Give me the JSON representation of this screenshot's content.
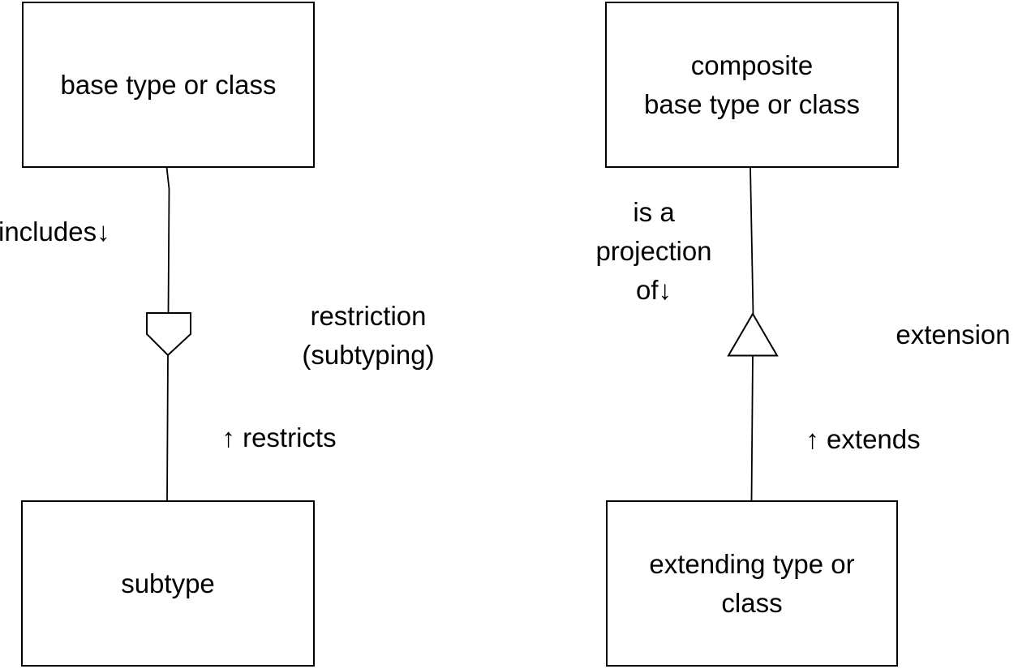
{
  "colors": {
    "ink": "#000000",
    "background": "#ffffff"
  },
  "left_panel": {
    "base_box_label": "base type or class",
    "sub_box_label": "subtype",
    "top_edge_label": "includes↓",
    "bottom_edge_label": "↑ restricts",
    "relation_name": "restriction\n(subtyping)",
    "connector_symbol": "pentagon-down-icon"
  },
  "right_panel": {
    "base_box_label": "composite\nbase type or class",
    "sub_box_label": "extending type or\nclass",
    "top_edge_label": "is a\nprojection\nof↓",
    "bottom_edge_label": "↑ extends",
    "relation_name": "extension",
    "connector_symbol": "triangle-up-icon"
  }
}
